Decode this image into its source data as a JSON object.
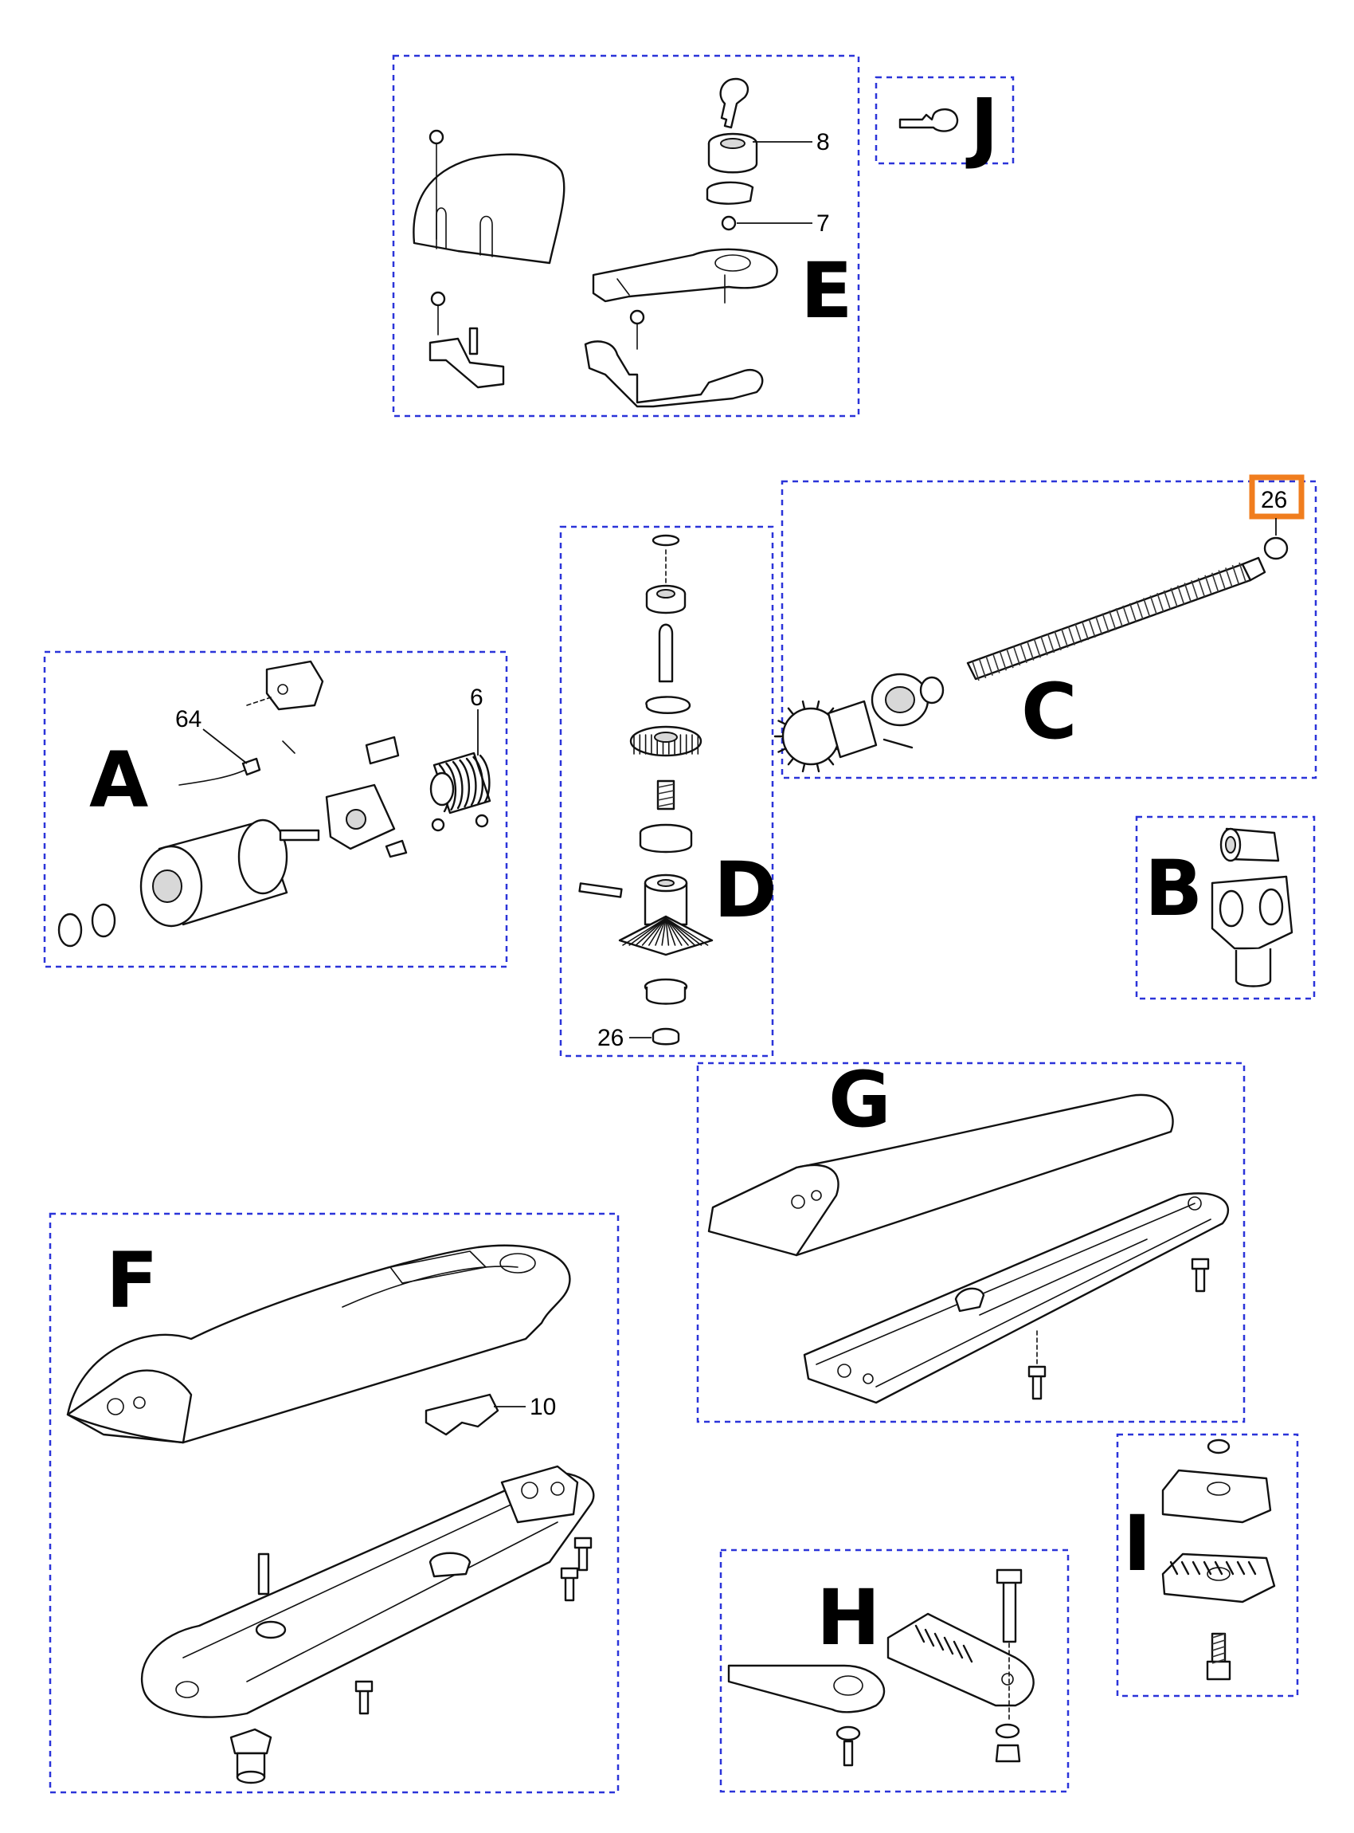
{
  "groups": {
    "A": {
      "letter": "A",
      "callouts": [
        "64",
        "6"
      ]
    },
    "B": {
      "letter": "B"
    },
    "C": {
      "letter": "C",
      "callouts": [
        "26"
      ]
    },
    "D": {
      "letter": "D",
      "callouts": [
        "26"
      ]
    },
    "E": {
      "letter": "E",
      "callouts": [
        "8",
        "7"
      ]
    },
    "F": {
      "letter": "F",
      "callouts": [
        "10"
      ]
    },
    "G": {
      "letter": "G"
    },
    "H": {
      "letter": "H"
    },
    "I": {
      "letter": "I"
    },
    "J": {
      "letter": "J"
    }
  },
  "colors": {
    "box_outline": "#2b34d9",
    "highlight": "#f07d1e",
    "line": "#111111"
  }
}
